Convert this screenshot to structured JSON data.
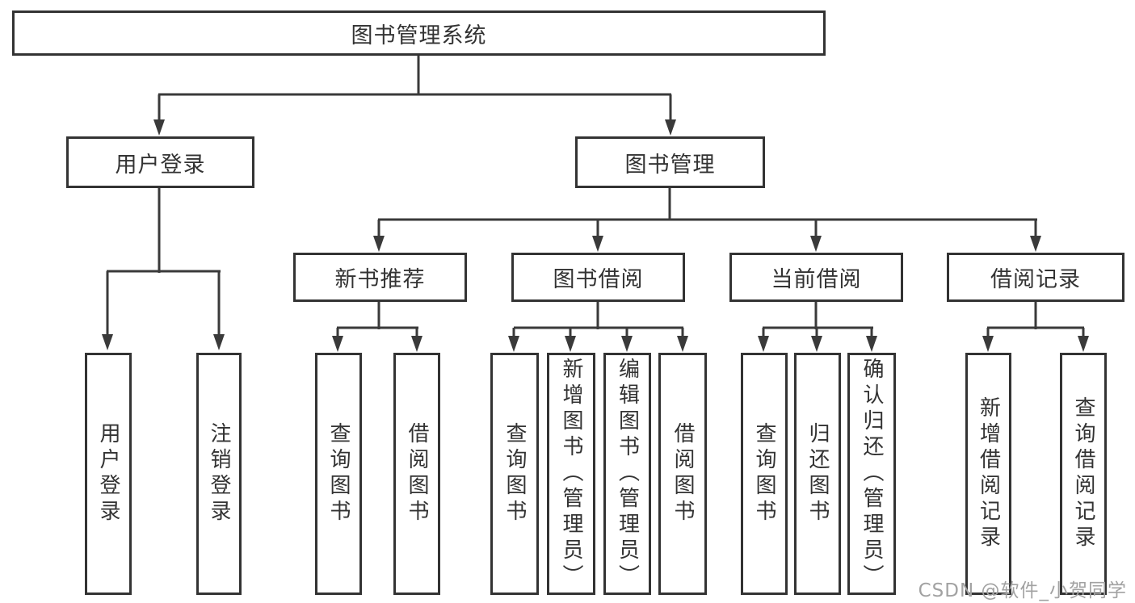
{
  "diagram": {
    "root": {
      "label": "图书管理系统"
    },
    "branches": [
      {
        "label": "用户登录",
        "children": [
          {
            "label": "用户登录"
          },
          {
            "label": "注销登录"
          }
        ]
      },
      {
        "label": "图书管理",
        "children": [
          {
            "label": "新书推荐",
            "children": [
              {
                "label": "查询图书"
              },
              {
                "label": "借阅图书"
              }
            ]
          },
          {
            "label": "图书借阅",
            "children": [
              {
                "label": "查询图书"
              },
              {
                "label": "新增图书（管理员）"
              },
              {
                "label": "编辑图书（管理员）"
              },
              {
                "label": "借阅图书"
              }
            ]
          },
          {
            "label": "当前借阅",
            "children": [
              {
                "label": "查询图书"
              },
              {
                "label": "归还图书"
              },
              {
                "label": "确认归还（管理员）"
              }
            ]
          },
          {
            "label": "借阅记录",
            "children": [
              {
                "label": "新增借阅记录"
              },
              {
                "label": "查询借阅记录"
              }
            ]
          }
        ]
      }
    ]
  },
  "watermark": {
    "text": "CSDN @软件_小贺同学"
  },
  "colors": {
    "line": "#3a3a3a",
    "box_border": "#333333",
    "text": "#333333",
    "watermark": "#a2a2a2",
    "background": "#ffffff"
  }
}
